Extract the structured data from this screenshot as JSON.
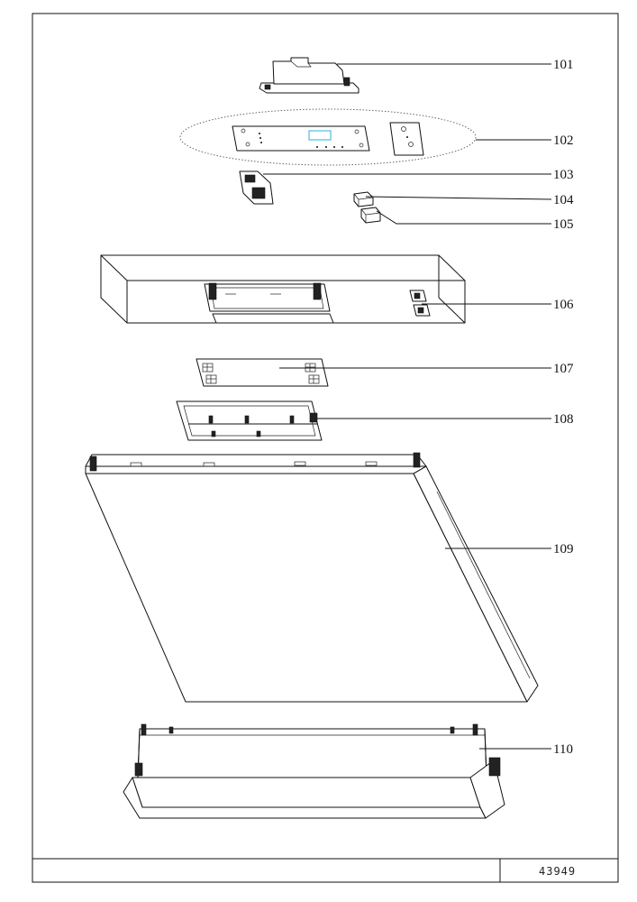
{
  "callouts": [
    {
      "id": "101",
      "label": "101"
    },
    {
      "id": "102",
      "label": "102"
    },
    {
      "id": "103",
      "label": "103"
    },
    {
      "id": "104",
      "label": "104"
    },
    {
      "id": "105",
      "label": "105"
    },
    {
      "id": "106",
      "label": "106"
    },
    {
      "id": "107",
      "label": "107"
    },
    {
      "id": "108",
      "label": "108"
    },
    {
      "id": "109",
      "label": "109"
    },
    {
      "id": "110",
      "label": "110"
    }
  ],
  "title_block": {
    "reference_number": "43949"
  },
  "colors": {
    "line": "#111111",
    "display_window": "#2ab3d6",
    "background": "#ffffff"
  }
}
